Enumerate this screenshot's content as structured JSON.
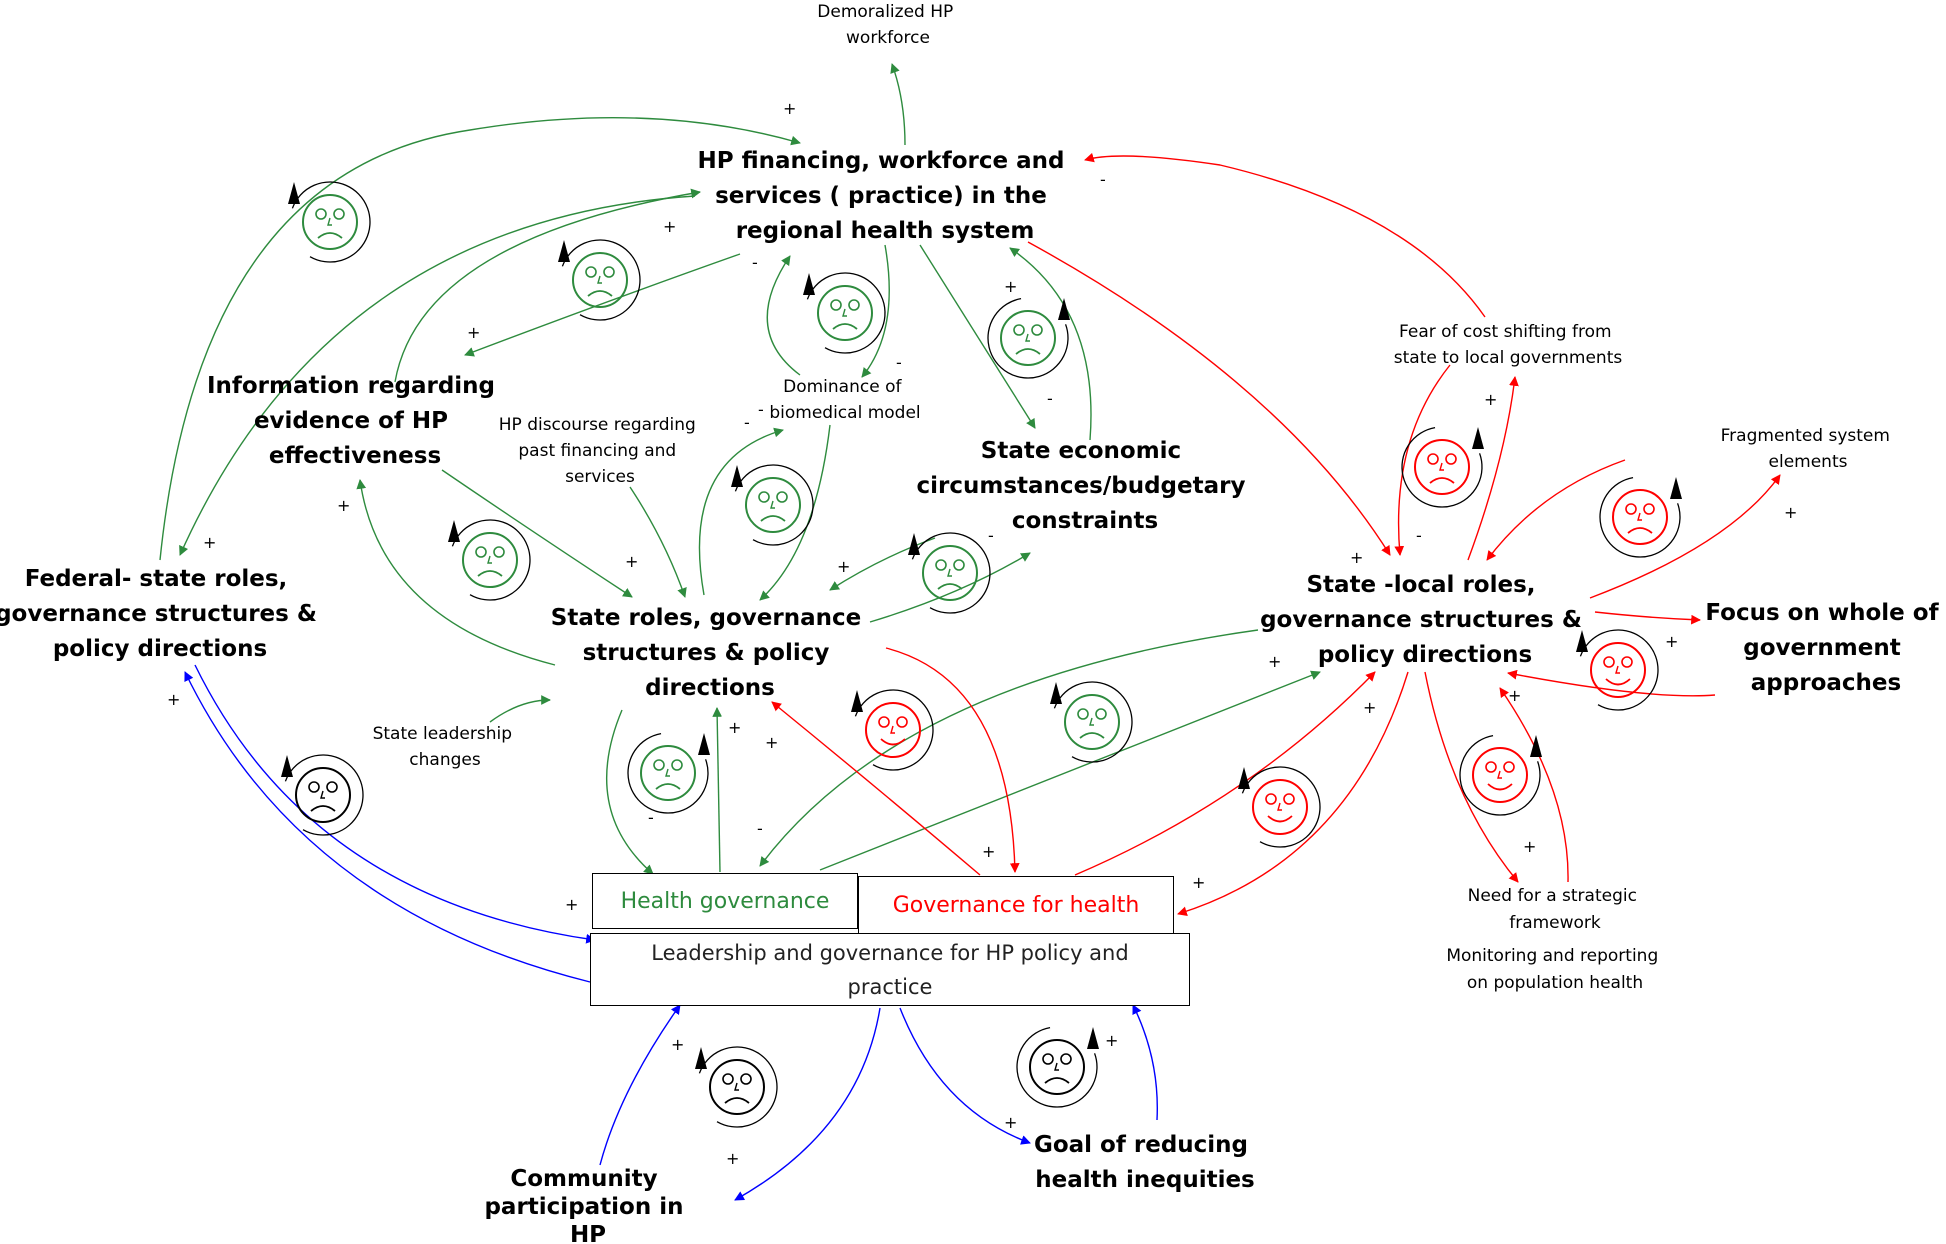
{
  "colors": {
    "green": "#2e8b3e",
    "red": "#ff0000",
    "blue": "#0000ff",
    "black": "#000000"
  },
  "nodes": {
    "hp_financing": [
      "HP financing, workforce and",
      "services ( practice) in the",
      "regional health system"
    ],
    "demoralized": [
      "Demoralized HP",
      "workforce"
    ],
    "information": [
      "Information regarding",
      "evidence of HP",
      "effectiveness"
    ],
    "hp_discourse": [
      "HP discourse regarding",
      "past financing and",
      "services"
    ],
    "dominance": [
      "Dominance of",
      "biomedical model"
    ],
    "state_economic": [
      "State economic",
      "circumstances/budgetary",
      "constraints"
    ],
    "federal_state": [
      "Federal- state roles,",
      "governance structures &",
      "policy directions"
    ],
    "state_roles": [
      "State roles, governance",
      "structures & policy",
      "directions"
    ],
    "state_leadership": [
      "State leadership",
      "changes"
    ],
    "fear_cost": [
      "Fear of cost shifting from",
      "state to local governments"
    ],
    "fragmented": [
      "Fragmented system",
      "elements"
    ],
    "state_local": [
      "State -local roles,",
      "governance structures &",
      "policy directions"
    ],
    "focus_whole": [
      "Focus on whole of",
      "government",
      "approaches"
    ],
    "need_strategic": [
      "Need for a strategic",
      "framework"
    ],
    "monitoring": [
      "Monitoring and reporting",
      "on population health"
    ],
    "community": [
      "Community",
      "participation in",
      "HP"
    ],
    "goal_reducing": [
      "Goal of reducing",
      "health inequities"
    ]
  },
  "boxes": {
    "health_governance": "Health governance",
    "governance_for_health": "Governance for health",
    "leadership": "Leadership and governance for HP  policy and practice"
  },
  "signs": {
    "plus": "+",
    "minus": "-"
  },
  "icons": {
    "smiley": "smiley-face-icon",
    "sad": "sad-face-icon",
    "loop": "loop-arrow-icon"
  }
}
